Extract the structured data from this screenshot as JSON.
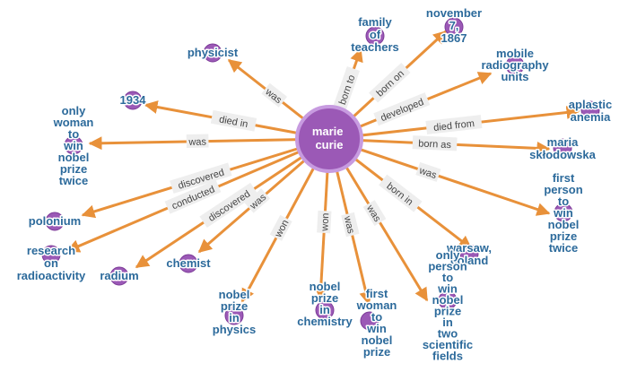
{
  "center": {
    "label": "marie\ncurie"
  },
  "nodes": [
    {
      "id": "physicist",
      "label": "physicist",
      "edge": "was"
    },
    {
      "id": "family",
      "label": "family\nof\nteachers",
      "edge": "born to"
    },
    {
      "id": "november",
      "label": "november\n7,\n1867",
      "edge": "born on"
    },
    {
      "id": "mobile",
      "label": "mobile\nradiography\nunits",
      "edge": "developed"
    },
    {
      "id": "aplastic",
      "label": "aplastic\nanemia",
      "edge": "died from"
    },
    {
      "id": "maria",
      "label": "maria\nskłodowska",
      "edge": "born as"
    },
    {
      "id": "first_person",
      "label": "first\nperson\nto\nwin\nnobel\nprize\ntwice",
      "edge": "was"
    },
    {
      "id": "warsaw",
      "label": "warsaw,\npoland",
      "edge": "born in"
    },
    {
      "id": "only_person",
      "label": "only\nperson\nto\nwin\nnobel\nprize\nin\ntwo\nscientific\nfields",
      "edge": "was"
    },
    {
      "id": "first_woman",
      "label": "first\nwoman\nto\nwin\nnobel\nprize",
      "edge": "was"
    },
    {
      "id": "chemistry",
      "label": "nobel\nprize\nin\nchemistry",
      "edge": "won"
    },
    {
      "id": "physics",
      "label": "nobel\nprize\nin\nphysics",
      "edge": "won"
    },
    {
      "id": "chemist",
      "label": "chemist",
      "edge": "was"
    },
    {
      "id": "radium",
      "label": "radium",
      "edge": "discovered"
    },
    {
      "id": "research",
      "label": "research\non\nradioactivity",
      "edge": "conducted"
    },
    {
      "id": "polonium",
      "label": "polonium",
      "edge": "discovered"
    },
    {
      "id": "only_woman",
      "label": "only\nwoman\nto\nwin\nnobel\nprize\ntwice",
      "edge": "was"
    },
    {
      "id": "y1934",
      "label": "1934",
      "edge": "died in"
    }
  ],
  "colors": {
    "edge": "#e8913a",
    "node": "#9b59b6",
    "center": "#9b59b6",
    "text": "#2c6a9b"
  }
}
